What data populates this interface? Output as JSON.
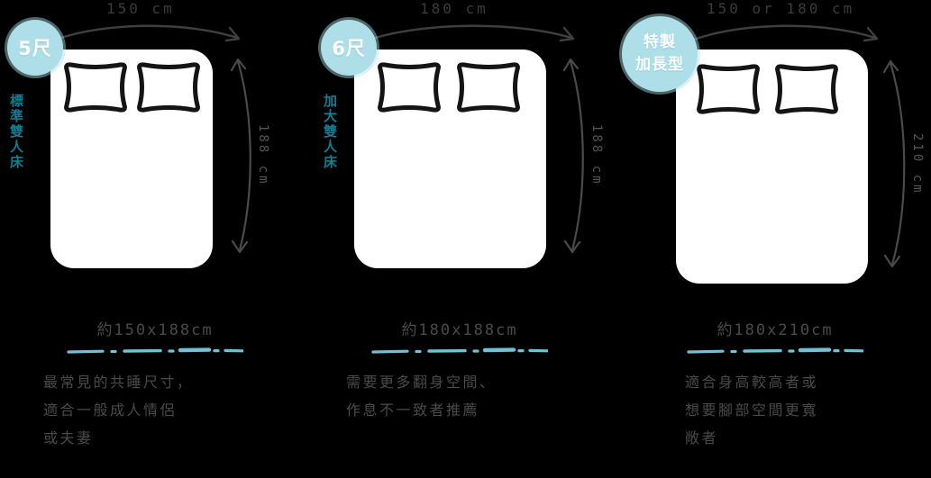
{
  "columns": [
    {
      "badge": {
        "lines": [
          "5尺"
        ]
      },
      "side_label": "標準雙人床",
      "dim_top": "150 cm",
      "dim_side": "188 cm",
      "caption_size": "約150x188cm",
      "caption_desc": [
        "最常見的共睡尺寸，",
        "適合一般成人情侶",
        "或夫妻"
      ]
    },
    {
      "badge": {
        "lines": [
          "6尺"
        ]
      },
      "side_label": "加大雙人床",
      "dim_top": "180 cm",
      "dim_side": "188 cm",
      "caption_size": "約180x188cm",
      "caption_desc": [
        "需要更多翻身空間、",
        "作息不一致者推薦"
      ]
    },
    {
      "badge": {
        "lines": [
          "特製",
          "加長型"
        ]
      },
      "side_label": "",
      "dim_top": "150 or 180 cm",
      "dim_side": "210 cm",
      "caption_size": "約180x210cm",
      "caption_desc": [
        "適合身高較高者或",
        "想要腳部空間更寬",
        "敞者"
      ]
    }
  ],
  "colors": {
    "background": "#000000",
    "badge_fill": "#aedfe9",
    "badge_text": "#ffffff",
    "side_label": "#0d7f93",
    "divider": "#6fc3d8",
    "bed_fill": "#ffffff",
    "outline": "#141414",
    "dimension_text": "#4a4a4a",
    "caption_text": "#4a4a4a"
  },
  "icons": {
    "pillow": "pillow-icon",
    "bed": "bed-icon",
    "arrow_horizontal": "arc-arrow-right-icon",
    "arrow_vertical": "arc-arrow-vertical-icon",
    "divider": "dash-dot-divider-icon"
  }
}
